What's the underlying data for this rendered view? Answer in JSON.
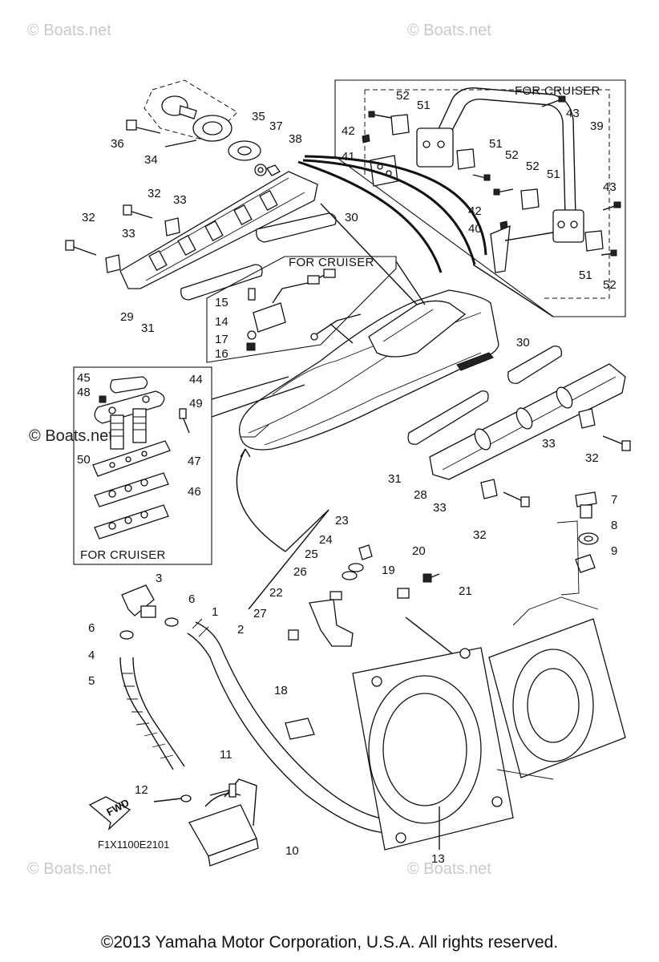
{
  "diagram": {
    "code": "F1X1100E2101",
    "fwd_label": "FWD",
    "notes": [
      "FOR CRUISER",
      "FOR CRUISER",
      "FOR CRUISER"
    ],
    "watermarks": [
      "© Boats.net",
      "© Boats.net",
      "© Boats.net",
      "© Boats.net",
      "© Boats.net"
    ],
    "callouts": [
      "1",
      "2",
      "3",
      "4",
      "5",
      "6",
      "6",
      "7",
      "8",
      "9",
      "10",
      "11",
      "12",
      "13",
      "14",
      "15",
      "16",
      "17",
      "18",
      "19",
      "20",
      "21",
      "22",
      "23",
      "24",
      "25",
      "26",
      "27",
      "28",
      "29",
      "30",
      "30",
      "31",
      "31",
      "32",
      "32",
      "32",
      "32",
      "33",
      "33",
      "33",
      "33",
      "34",
      "35",
      "36",
      "37",
      "38",
      "39",
      "40",
      "41",
      "42",
      "42",
      "43",
      "43",
      "44",
      "45",
      "46",
      "47",
      "48",
      "49",
      "50",
      "51",
      "51",
      "51",
      "51",
      "52",
      "52",
      "52",
      "52"
    ]
  },
  "footer": {
    "copyright": "©2013 Yamaha Motor Corporation, U.S.A. All rights reserved."
  }
}
